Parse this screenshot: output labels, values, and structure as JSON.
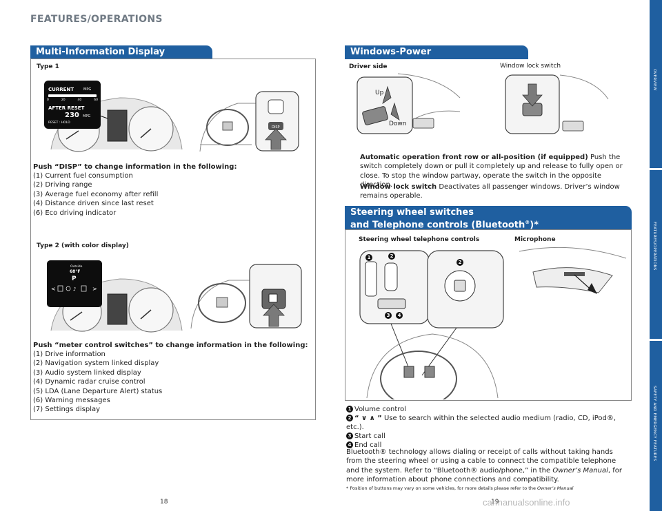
{
  "header": {
    "title": "FEATURES/OPERATIONS"
  },
  "sidebar": {
    "tabs": [
      "OVERVIEW",
      "FEATURES/OPERATIONS",
      "SAFETY AND EMERGENCY FEATURES"
    ]
  },
  "mid": {
    "title": "Multi-Information Display",
    "type1_label": "Type 1",
    "type1_display": {
      "current": "CURRENT",
      "mpg": "MPG",
      "scale": [
        "0",
        "20",
        "40",
        "60"
      ],
      "after_reset": "AFTER RESET",
      "value": "230",
      "value_unit": "MPG",
      "reset_hold": "RESET : HOLD",
      "disp_btn": "DISP"
    },
    "type1_intro": "Push “DISP” to change information in the following:",
    "type1_items": [
      "(1) Current fuel consumption",
      "(2) Driving range",
      "(3) Average fuel economy after refill",
      "(4) Distance driven since last reset",
      "(6) Eco driving indicator"
    ],
    "type2_label": "Type 2 (with color display)",
    "type2_display": {
      "outside": "Outside",
      "temp": "68°F",
      "gear": "P"
    },
    "type2_intro": "Push “meter control switches” to change information in the following:",
    "type2_items": [
      "(1) Drive information",
      "(2) Navigation system linked display",
      "(3) Audio system linked display",
      "(4) Dynamic radar cruise control",
      "(5) LDA (Lane Departure Alert) status",
      "(6) Warning messages",
      "(7) Settings display"
    ]
  },
  "windows": {
    "title": "Windows-Power",
    "driver_side": "Driver side",
    "lock_switch": "Window lock switch",
    "up": "Up",
    "down": "Down",
    "auto_bold": "Automatic operation front row or all-position (if equipped)",
    "auto_text": " Push the switch completely down or pull it completely up and release to fully open or close. To stop the window partway, operate the switch in the opposite direction.",
    "lock_bold": "Window lock switch",
    "lock_text": " Deactivates all passenger windows. Driver’s window remains operable."
  },
  "steering": {
    "title_line1": "Steering wheel switches",
    "title_line2": "and Telephone controls (Bluetooth",
    "reg": "®",
    "title_end": ")*",
    "controls_label": "Steering wheel telephone controls",
    "mic_label": "Microphone",
    "callouts": [
      "1",
      "2",
      "3",
      "4"
    ],
    "list": [
      {
        "num": "1",
        "text": "Volume control"
      },
      {
        "num": "2",
        "bold": "“ ∨ ∧ ”",
        "text": " Use to search within the selected audio medium (radio, CD, iPod®, etc.)."
      },
      {
        "num": "3",
        "text": "Start call"
      },
      {
        "num": "4",
        "text": "End call"
      }
    ],
    "para1": "Bluetooth® technology allows dialing or receipt of calls without taking hands from the steering wheel or using a cable to connect the compatible telephone and the system. Refer to “Bluetooth® audio/phone,” in the ",
    "para_italic": "Owner’s Manual",
    "para2": ", for more information about phone connections and compatibility.",
    "footnote": "* Position of buttons may vary on some vehicles, for more details please refer to the ",
    "footnote_italic": "Owner’s Manual"
  },
  "pages": {
    "left": "18",
    "right": "19"
  },
  "watermark": "carmanualsonline.info",
  "colors": {
    "brand_blue": "#1f5fa0",
    "header_gray": "#707a84"
  }
}
